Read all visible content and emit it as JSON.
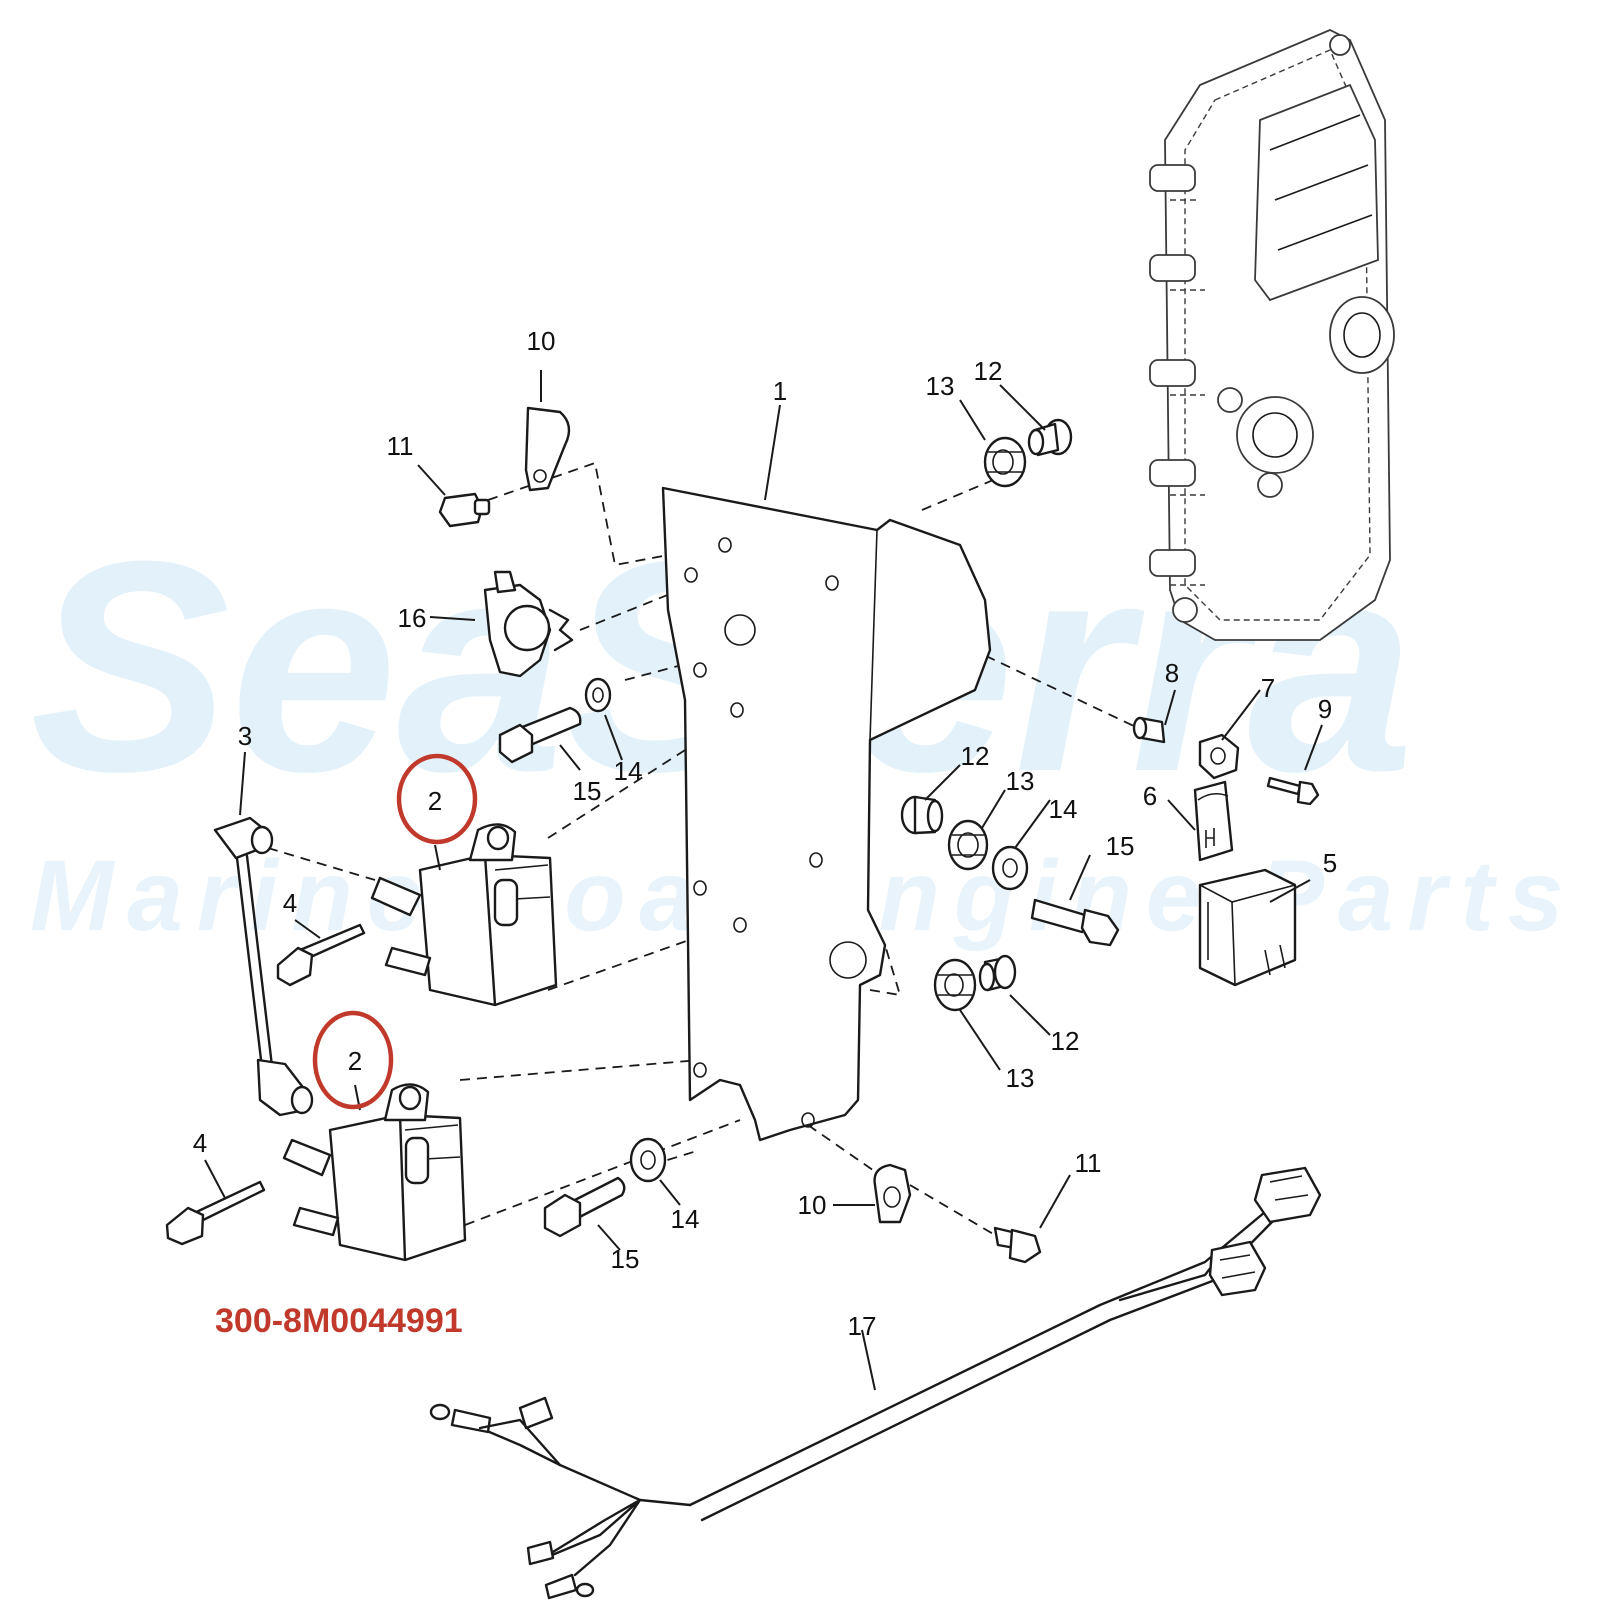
{
  "watermark": {
    "brand": "SeaSierra",
    "tagline": "Marine Boat Engine Parts"
  },
  "part_number": "300-8M0044991",
  "colors": {
    "highlight": "#c0392b",
    "watermark": "#dcecf8",
    "line": "#1a1a1a"
  },
  "callouts": {
    "plate": "1",
    "coil_upper": "2",
    "coil_lower": "2",
    "lead": "3",
    "bolt_upper": "4",
    "bolt_lower": "4",
    "relay": "5",
    "bracket": "6",
    "nut": "7",
    "spacer": "8",
    "screw": "9",
    "clamp_top": "10",
    "clamp_bottom": "10",
    "bolt11_top": "11",
    "bolt11_bottom": "11",
    "bushing12_top": "12",
    "bushing12_mid": "12",
    "bushing12_low": "12",
    "grommet13_top": "13",
    "grommet13_mid": "13",
    "grommet13_low": "13",
    "washer14_top": "14",
    "washer14_mid": "14",
    "washer14_low": "14",
    "bolt15_top": "15",
    "bolt15_mid": "15",
    "bolt15_low": "15",
    "sensor": "16",
    "harness": "17"
  }
}
